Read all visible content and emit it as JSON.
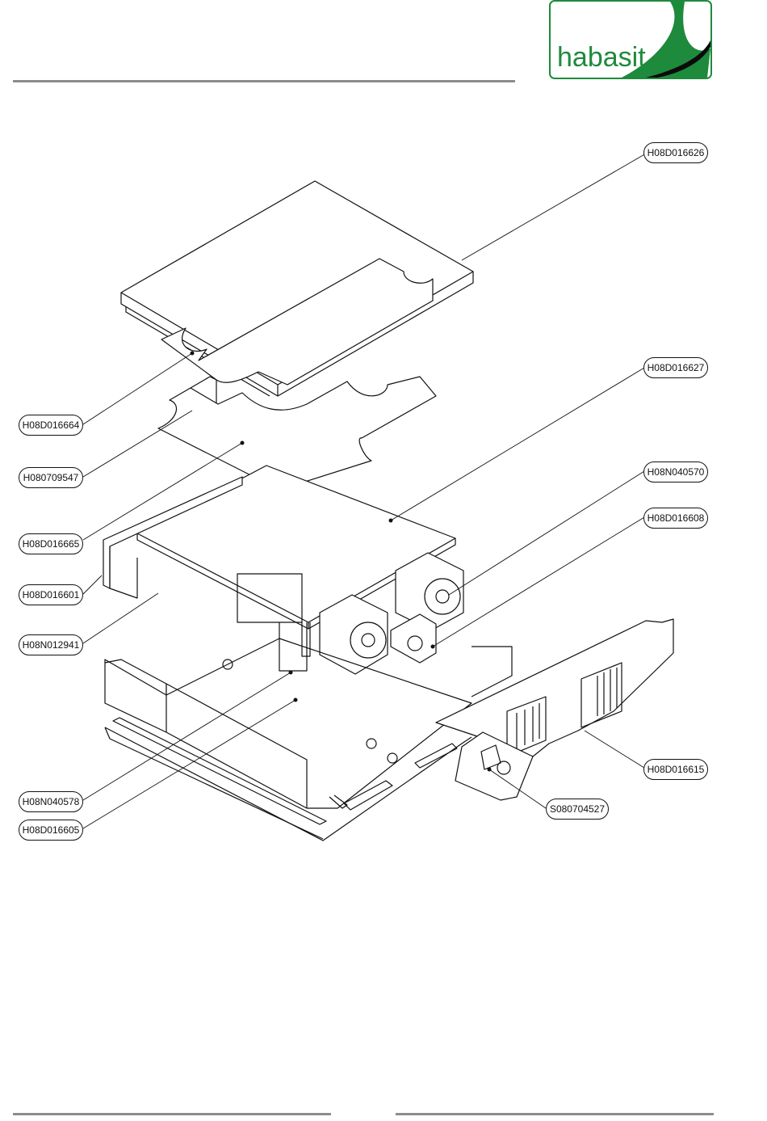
{
  "logo": {
    "text": "habasit",
    "colors": {
      "green": "#1e8a3c",
      "dark": "#0b0b0b"
    }
  },
  "callouts": [
    {
      "id": "H08D016626",
      "text": "H08D016626"
    },
    {
      "id": "H08D016627",
      "text": "H08D016627"
    },
    {
      "id": "H08D016664",
      "text": "H08D016664"
    },
    {
      "id": "H080709547",
      "text": "H080709547"
    },
    {
      "id": "H08N040570",
      "text": "H08N040570"
    },
    {
      "id": "H08D016608",
      "text": "H08D016608"
    },
    {
      "id": "H08D016665",
      "text": "H08D016665"
    },
    {
      "id": "H08D016601",
      "text": "H08D016601"
    },
    {
      "id": "H08N012941",
      "text": "H08N012941"
    },
    {
      "id": "H08D016615",
      "text": "H08D016615"
    },
    {
      "id": "S080704527",
      "text": "S080704527"
    },
    {
      "id": "H08N040578",
      "text": "H08N040578"
    },
    {
      "id": "H08D016605",
      "text": "H08D016605"
    }
  ]
}
